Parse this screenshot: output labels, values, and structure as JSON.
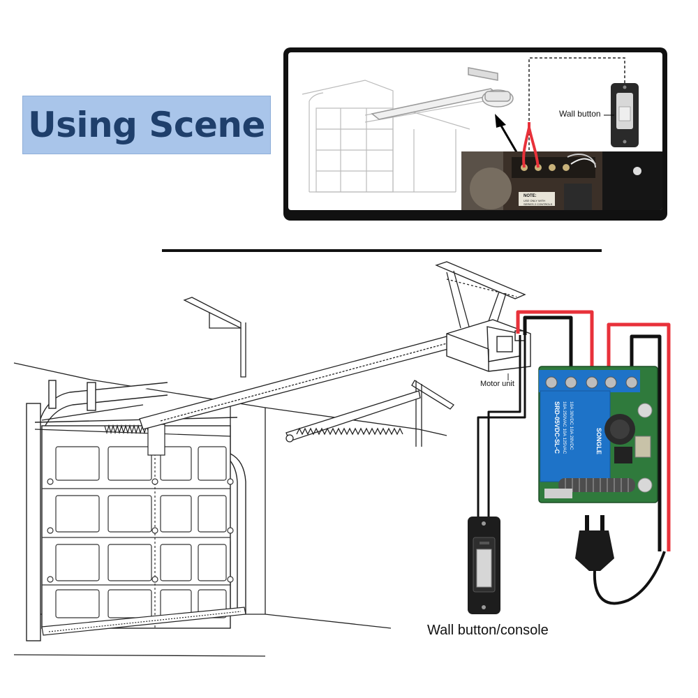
{
  "title": {
    "text": "Using Scene"
  },
  "inset": {
    "wall_button_label": "Wall button",
    "note_label": "NOTE:",
    "note_text": "USE ONLY WITH SERIES 2 CONTROLS"
  },
  "main": {
    "motor_unit_label": "Motor unit",
    "wall_button_console_label": "Wall button/console"
  },
  "relay": {
    "brand": "SONGLE",
    "model": "SRD-05VDC-SL-C",
    "rating_1": "10A 250VAC  10A 125VAC",
    "rating_2": "10A 30VDC  10A 28VDC"
  },
  "colors": {
    "title_bg": "#a9c5ea",
    "title_text": "#1f3f6b",
    "wire_red": "#e8313a",
    "wire_black": "#111111",
    "relay_blue": "#1e73c8",
    "board_green": "#2f7a3c"
  }
}
